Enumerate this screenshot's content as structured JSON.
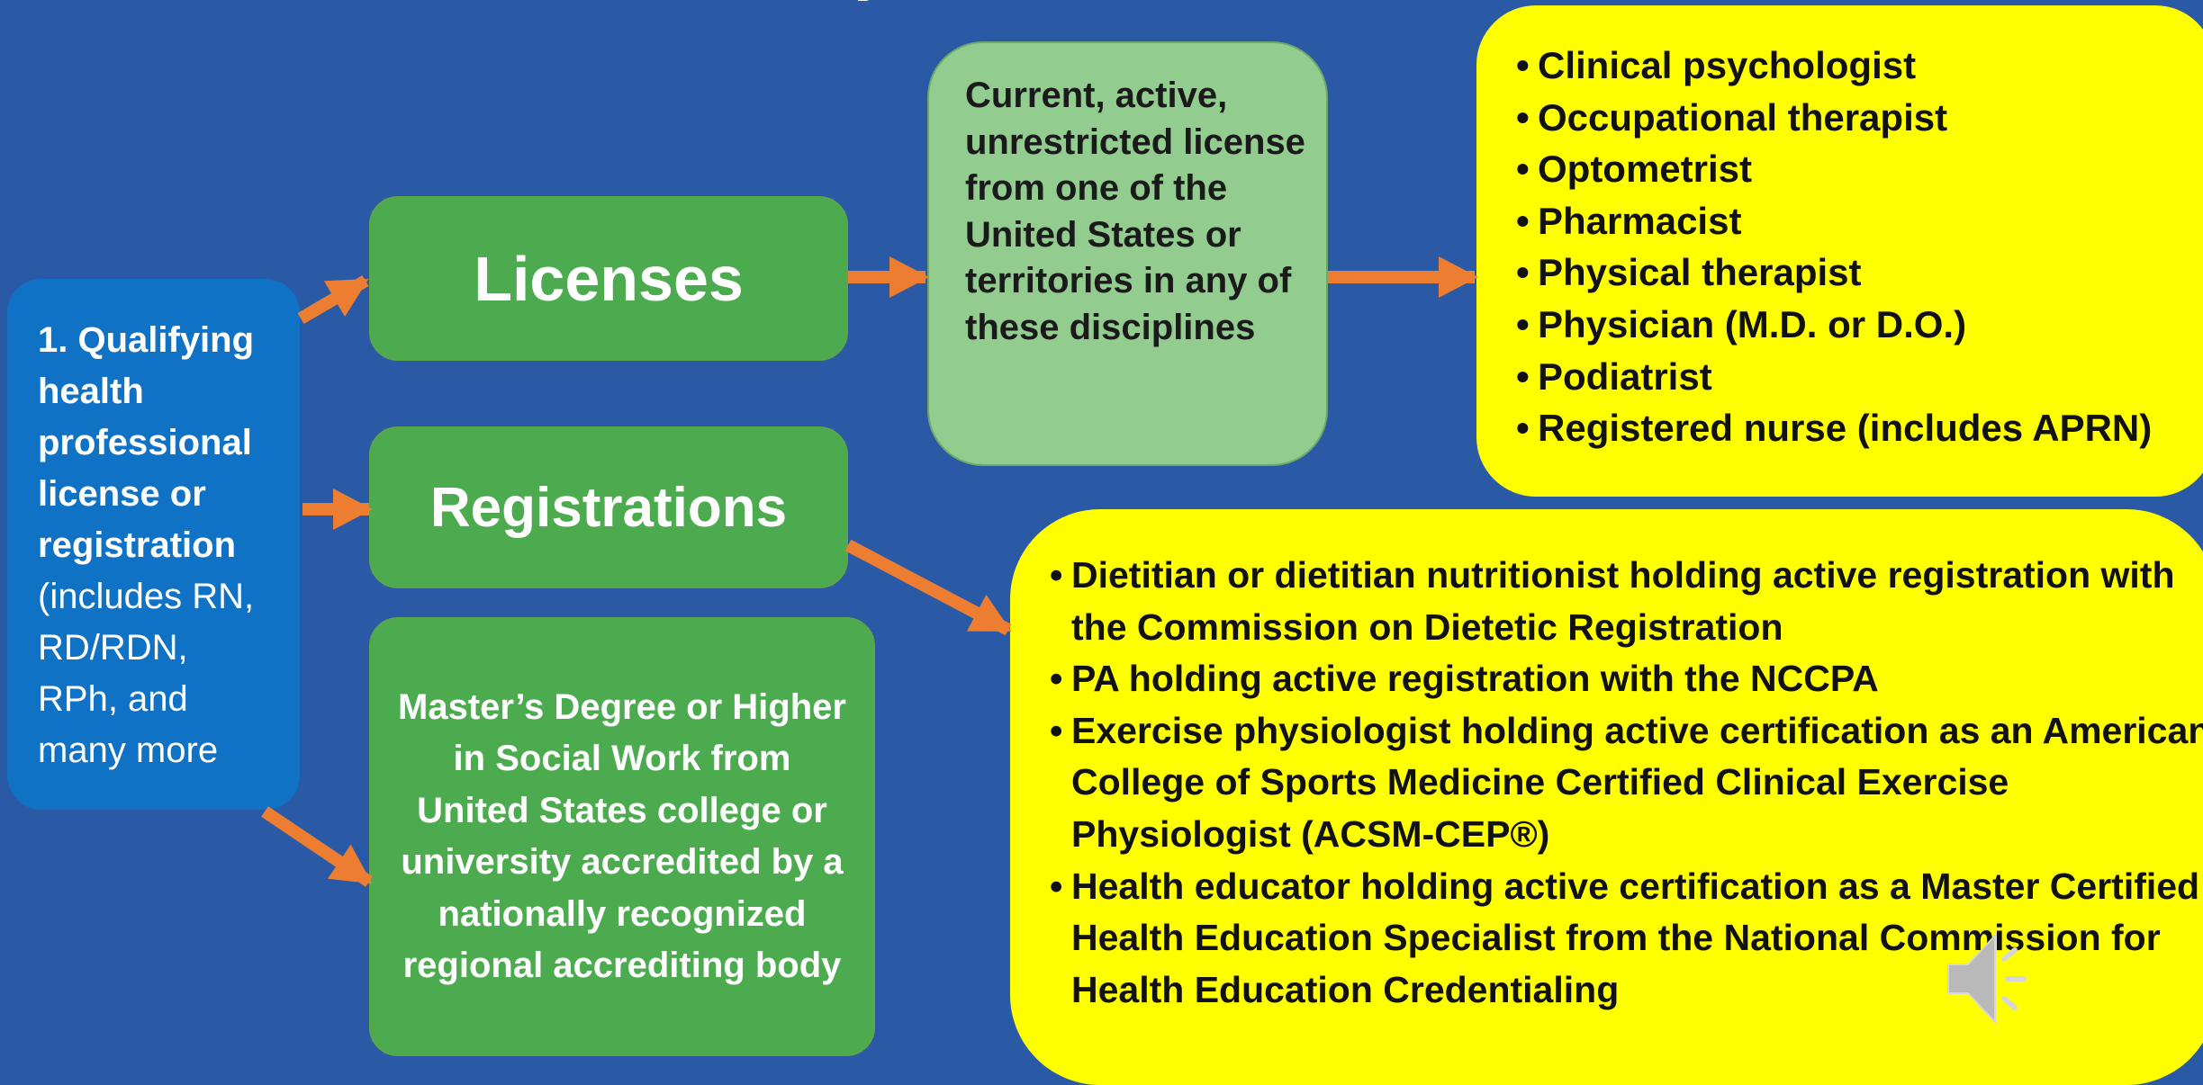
{
  "title": "– Standard Pathway",
  "qualifying": {
    "bold": "1. Qualifying health professional license or registration",
    "normal": " (includes RN, RD/RDN, RPh, and many more"
  },
  "licenses_label": "Licenses",
  "registrations_label": "Registrations",
  "masters_lines": [
    "Master’s Degree or Higher in Social Work from",
    "United States college or university accredited by a nationally recognized regional accrediting body"
  ],
  "license_criteria": "Current, active, unrestricted license from one of the United States or territories in any of these disciplines",
  "licensed_disciplines": [
    "Clinical psychologist",
    "Occupational therapist",
    "Optometrist",
    "Pharmacist",
    "Physical therapist",
    "Physician (M.D. or D.O.)",
    "Podiatrist",
    "Registered nurse (includes APRN)"
  ],
  "registered_disciplines": [
    "Dietitian or dietitian nutritionist holding active registration with the Commission on Dietetic Registration",
    "PA holding active registration with the NCCPA",
    "Exercise physiologist holding active certification as an American College of Sports Medicine Certified Clinical Exercise Physiologist (ACSM-CEP®)",
    "Health educator holding active certification as a Master Certified Health Education Specialist from the National Commission for Health Education Credentialing"
  ],
  "colors": {
    "background": "#2a5aa6",
    "qualifying_box": "#0f72c4",
    "category_box": "#4cab4e",
    "criteria_box": "#92cc8f",
    "discipline_box": "#ffff00",
    "arrow": "#ed7d31"
  },
  "icons": {
    "audio": "speaker-icon"
  }
}
